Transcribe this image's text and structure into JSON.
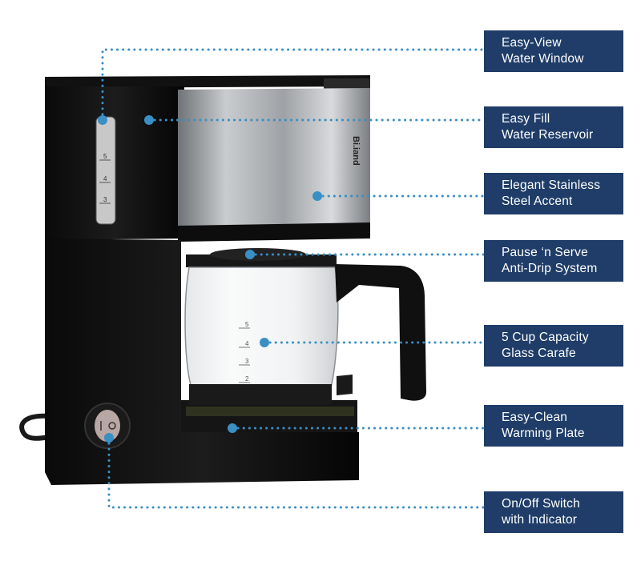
{
  "accent_color": "#3a8fc4",
  "label_background": "#1f3d68",
  "callouts": [
    {
      "line1": "Easy-View",
      "line2": "Water Window"
    },
    {
      "line1": "Easy Fill",
      "line2": "Water Reservoir"
    },
    {
      "line1": "Elegant Stainless",
      "line2": "Steel Accent"
    },
    {
      "line1": "Pause ‘n Serve",
      "line2": "Anti-Drip System"
    },
    {
      "line1": "5 Cup Capacity",
      "line2": "Glass Carafe"
    },
    {
      "line1": "Easy-Clean",
      "line2": "Warming Plate"
    },
    {
      "line1": "On/Off Switch",
      "line2": "with Indicator"
    }
  ],
  "product": {
    "reservoir_marks": [
      "5",
      "4",
      "3"
    ],
    "carafe_marks": [
      "5",
      "4",
      "3",
      "2"
    ]
  }
}
